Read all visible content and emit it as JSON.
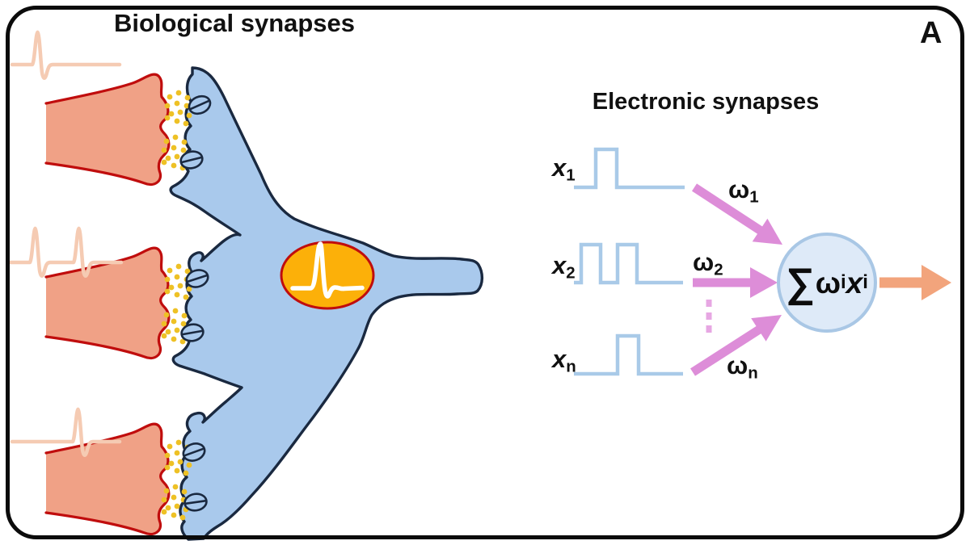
{
  "figure": {
    "panel_label": "A",
    "biological": {
      "title": "Biological synapses"
    },
    "electronic": {
      "title": "Electronic synapses",
      "inputs": [
        {
          "var": "x",
          "sub": "1",
          "weight": "ω",
          "weight_sub": "1"
        },
        {
          "var": "x",
          "sub": "2",
          "weight": "ω",
          "weight_sub": "2"
        },
        {
          "var": "x",
          "sub": "n",
          "weight": "ω",
          "weight_sub": "n"
        }
      ],
      "summation": {
        "sigma": "∑",
        "omega": "ω",
        "omega_sub": "i",
        "x": "x",
        "x_sub": "i"
      }
    },
    "colors": {
      "presynaptic_fill": "#f0a186",
      "presynaptic_outline": "#c00d0d",
      "postsynaptic_fill": "#a9c9ec",
      "postsynaptic_outline": "#1a2940",
      "vesicle_dots": "#eec125",
      "soma_spike_fill": "#fcb009",
      "spike_trace": "#f5cbb3",
      "pulse_waveform": "#a9cae8",
      "weight_arrow": "#dd8dd8",
      "weight_ellipsis": "#e7a7e3",
      "output_arrow": "#f2a47c",
      "sum_circle_fill": "#deeaf8",
      "sum_circle_border": "#a9c7e5"
    }
  }
}
